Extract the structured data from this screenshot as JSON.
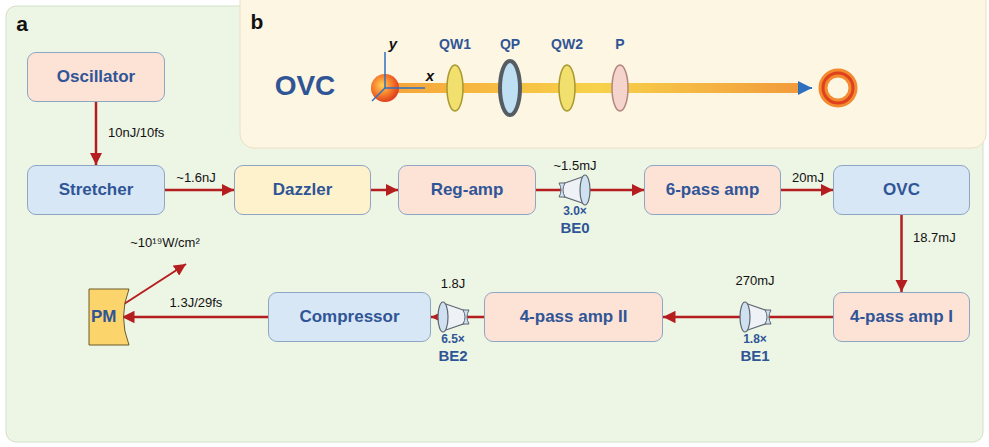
{
  "diagram": {
    "nodes": [
      {
        "text": [
          "Oscillator"
        ]
      },
      {
        "text": [
          "Stretcher"
        ]
      },
      {
        "text": [
          "Dazzler"
        ]
      },
      {
        "text": [
          "Reg-amp"
        ]
      },
      {
        "text": [
          "6-pass amp"
        ]
      },
      {
        "text": [
          "OVC"
        ]
      },
      {
        "text": [
          "4-pass amp I"
        ]
      },
      {
        "text": [
          "4-pass amp II"
        ]
      },
      {
        "text": [
          "Compressor"
        ]
      },
      {
        "text": [
          "PM"
        ]
      }
    ],
    "edges": [
      {
        "from": 0,
        "to": 1,
        "arrow": "to",
        "label": "10nJ/10fs"
      },
      {
        "from": 1,
        "to": 2,
        "arrow": "to",
        "label": "~1.6nJ"
      },
      {
        "from": 2,
        "to": 3,
        "arrow": "to"
      },
      {
        "from": 3,
        "to": 4,
        "arrow": "to",
        "label": "~1.5mJ"
      },
      {
        "from": 4,
        "to": 5,
        "arrow": "to",
        "label": "20mJ"
      },
      {
        "from": 5,
        "to": 6,
        "arrow": "to",
        "label": "18.7mJ"
      },
      {
        "from": 6,
        "to": 7,
        "arrow": "to",
        "label": "270mJ"
      },
      {
        "from": 7,
        "to": 8,
        "arrow": "to",
        "label": "1.8J"
      },
      {
        "from": 8,
        "to": 9,
        "arrow": "to",
        "label": "1.3J/29fs"
      }
    ],
    "labels": [
      "a",
      "b",
      "OVC",
      "y",
      "x",
      "QW1",
      "QP",
      "QW2",
      "P",
      "3.0×",
      "BE0",
      "1.8×",
      "BE1",
      "6.5×",
      "BE2",
      "~10¹⁹W/cm²"
    ]
  }
}
